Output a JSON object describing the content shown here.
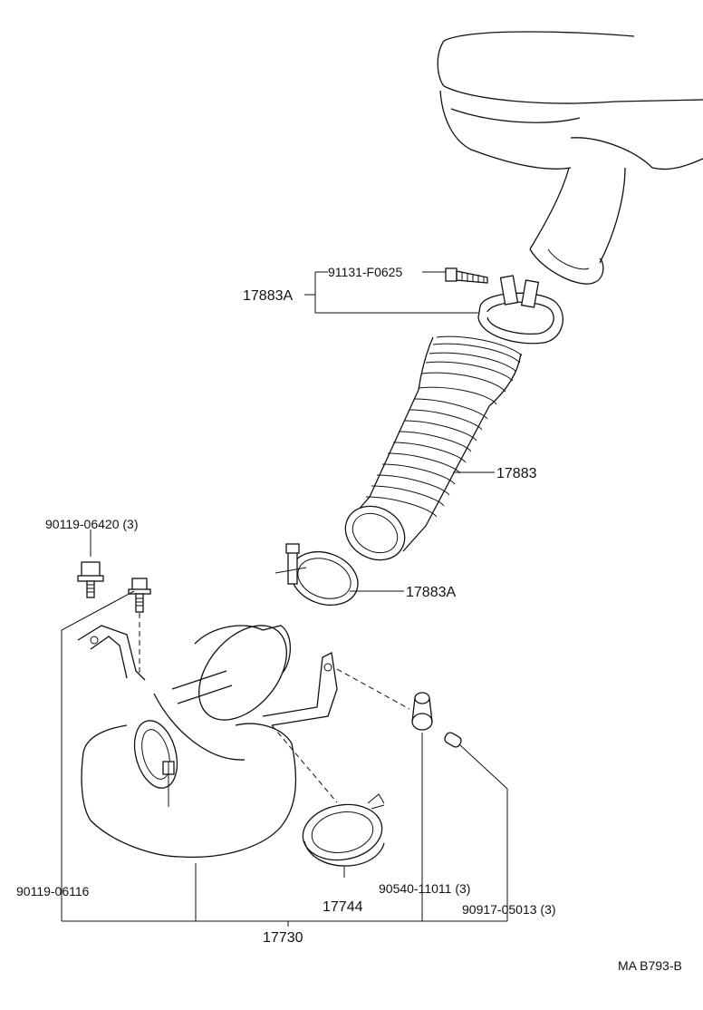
{
  "parts": {
    "bolt_upper": "91131-F0625",
    "clamp_upper": "17883A",
    "hose": "17883",
    "clamp_lower": "17883A",
    "bolt_left": "90119-06420 (3)",
    "bolt_bracket": "90119-06116",
    "clamp_band": "17744",
    "grommet": "90540-11011 (3)",
    "collar": "90917-05013 (3)",
    "assembly": "17730"
  },
  "diagram_code": "MA B793-B"
}
